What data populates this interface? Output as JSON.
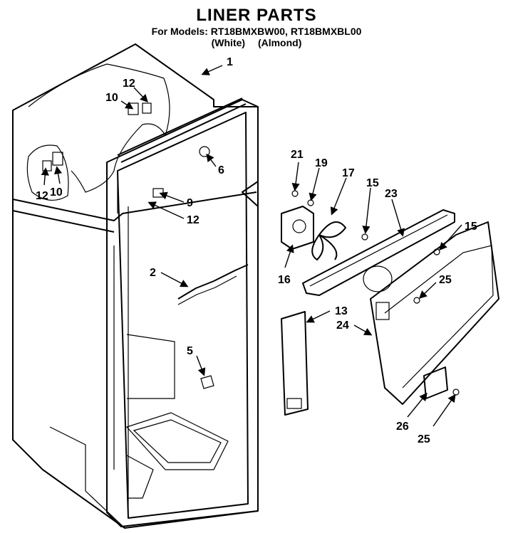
{
  "header": {
    "title": "LINER PARTS",
    "models": "For Models: RT18BMXBW00, RT18BMXBL00",
    "variants": "(White)   (Almond)"
  },
  "callouts": [
    "1",
    "12",
    "10",
    "12",
    "10",
    "6",
    "9",
    "12",
    "2",
    "5",
    "21",
    "19",
    "17",
    "15",
    "23",
    "15",
    "16",
    "25",
    "13",
    "24",
    "26",
    "25"
  ]
}
